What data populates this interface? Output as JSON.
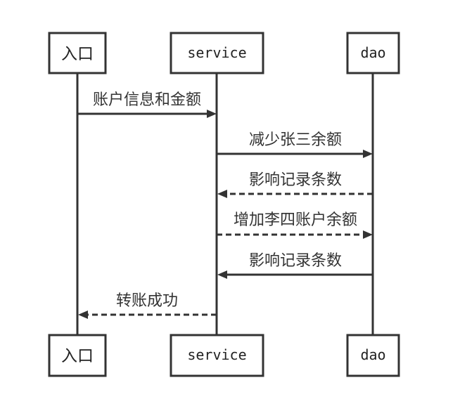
{
  "participants": [
    {
      "name": "入口"
    },
    {
      "name": "service"
    },
    {
      "name": "dao"
    }
  ],
  "messages": [
    {
      "label": "账户信息和金额",
      "from": "入口",
      "to": "service",
      "line": "solid"
    },
    {
      "label": "减少张三余额",
      "from": "service",
      "to": "dao",
      "line": "solid"
    },
    {
      "label": "影响记录条数",
      "from": "dao",
      "to": "service",
      "line": "dashed"
    },
    {
      "label": "增加李四账户余额",
      "from": "service",
      "to": "dao",
      "line": "dashed"
    },
    {
      "label": "影响记录条数",
      "from": "dao",
      "to": "service",
      "line": "solid"
    },
    {
      "label": "转账成功",
      "from": "service",
      "to": "入口",
      "line": "dashed"
    }
  ],
  "colors": {
    "stroke": "#333333",
    "background": "#ffffff"
  }
}
